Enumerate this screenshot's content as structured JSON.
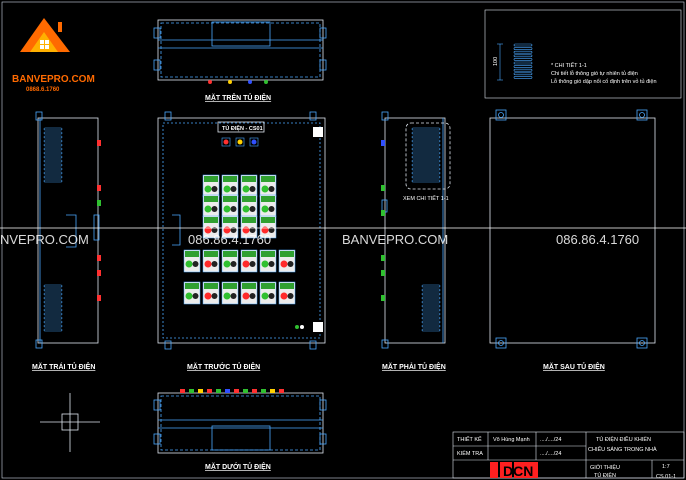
{
  "logo": {
    "brand": "BANVEPRO.COM",
    "phone": "0868.6.1760"
  },
  "views": {
    "top": "MẶT TRÊN TỦ ĐIỆN",
    "left": "MẶT TRÁI TỦ ĐIỆN",
    "front": "MẶT TRƯỚC TỦ ĐIỆN",
    "right": "MẶT PHẢI TỦ ĐIỆN",
    "back": "MẶT SAU TỦ ĐIỆN",
    "bottom": "MẶT DƯỚI TỦ ĐIỆN"
  },
  "panel_tag": "TỦ ĐIỆN - CS01",
  "detail_callout": "XEM CHI TIẾT 1-1",
  "detail_dim": "100",
  "detail_notes": [
    "* CHI TIẾT 1-1",
    "Chi tiết lỗ thông gió tự nhiên tủ điện",
    "Lỗ thông gió dập nổi cố định trên vỏ tủ điện"
  ],
  "watermark": {
    "site": "BANVEPRO.COM",
    "phone": "086.86.4.1760",
    "site_left": "NVEPRO.COM"
  },
  "title_block": {
    "designer_label": "THIẾT KẾ",
    "designer_name": "Võ Hùng Mạnh",
    "checker_label": "KIỂM TRA",
    "date1": "..../..../24",
    "date2": "..../..../24",
    "project_line1": "TỦ ĐIỆN ĐIỀU KHIỂN",
    "project_line2": "CHIẾU SÁNG TRONG NHÀ",
    "sheet_line1": "GIỚI THIỆU",
    "sheet_line2": "TỦ ĐIỆN",
    "scale": "1:7",
    "sheet_no": "CS.01-1",
    "company": "DCN"
  },
  "colors": {
    "line": "#4aa8ff",
    "accent": "#ff6a00",
    "border": "#cfd8e6"
  }
}
